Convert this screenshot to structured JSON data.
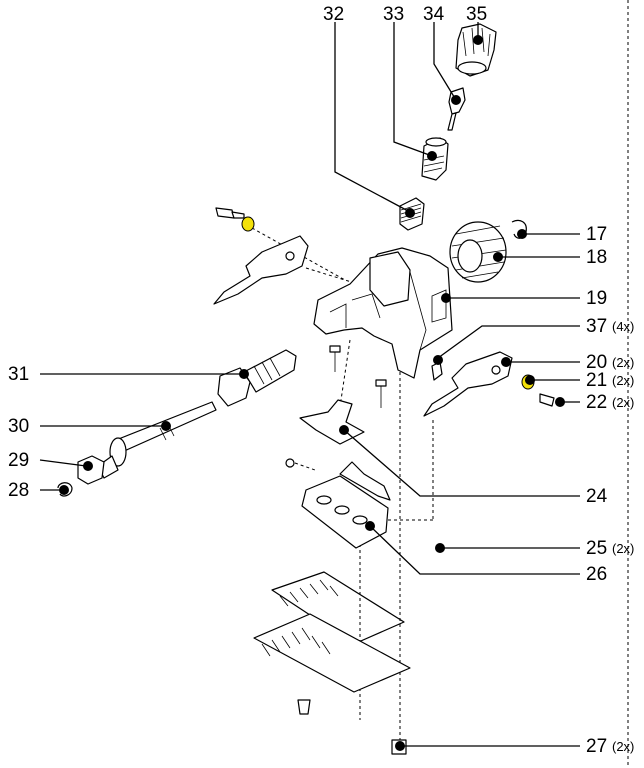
{
  "diagram": {
    "callouts": [
      {
        "id": "17",
        "number": "17",
        "qty": ""
      },
      {
        "id": "18",
        "number": "18",
        "qty": ""
      },
      {
        "id": "19",
        "number": "19",
        "qty": ""
      },
      {
        "id": "37",
        "number": "37",
        "qty": "(4x)"
      },
      {
        "id": "20",
        "number": "20",
        "qty": "(2x)"
      },
      {
        "id": "21",
        "number": "21",
        "qty": "(2x)"
      },
      {
        "id": "22",
        "number": "22",
        "qty": "(2x)"
      },
      {
        "id": "24",
        "number": "24",
        "qty": ""
      },
      {
        "id": "25",
        "number": "25",
        "qty": "(2x)"
      },
      {
        "id": "26",
        "number": "26",
        "qty": ""
      },
      {
        "id": "27",
        "number": "27",
        "qty": "(2x)"
      },
      {
        "id": "31",
        "number": "31",
        "qty": ""
      },
      {
        "id": "30",
        "number": "30",
        "qty": ""
      },
      {
        "id": "29",
        "number": "29",
        "qty": ""
      },
      {
        "id": "28",
        "number": "28",
        "qty": ""
      },
      {
        "id": "32",
        "number": "32",
        "qty": ""
      },
      {
        "id": "33",
        "number": "33",
        "qty": ""
      },
      {
        "id": "34",
        "number": "34",
        "qty": ""
      },
      {
        "id": "35",
        "number": "35",
        "qty": ""
      }
    ],
    "highlight_color": "#f3e10a",
    "line_color": "#000000"
  }
}
